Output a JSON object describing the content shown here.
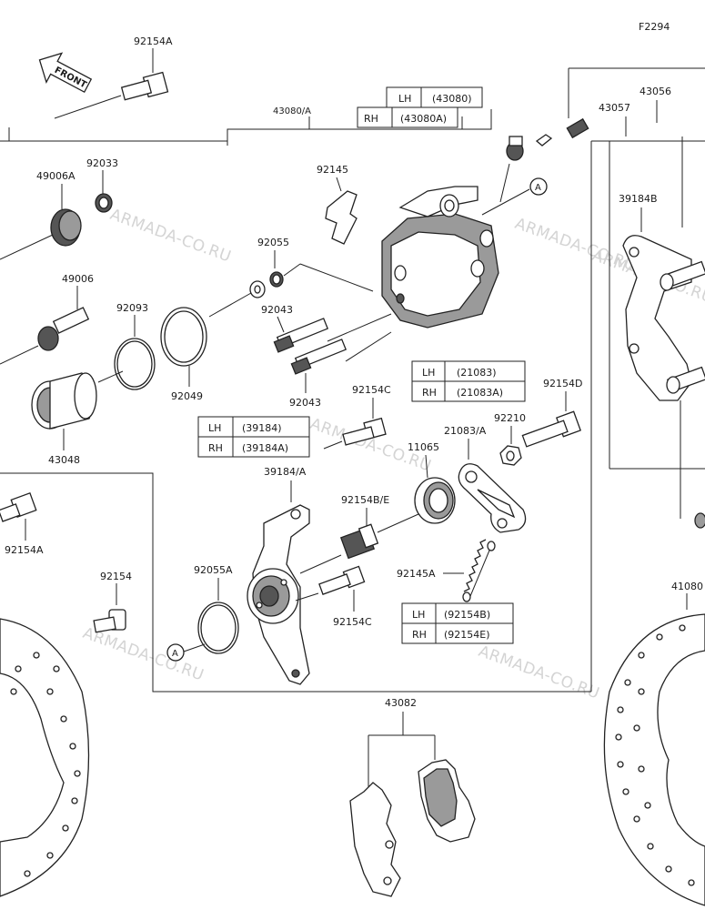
{
  "figure_code": "F2294",
  "front_label": "FRONT",
  "watermark": "ARMADA-CO.RU",
  "callout_letter": "A",
  "parts": {
    "p92154A_top": "92154A",
    "p92033": "92033",
    "p49006A": "49006A",
    "p49006": "49006",
    "p92093": "92093",
    "p92049": "92049",
    "p43048": "43048",
    "p92145": "92145",
    "p92055": "92055",
    "p92043a": "92043",
    "p92043b": "92043",
    "p43056": "43056",
    "p43057": "43057",
    "p39184B": "39184B",
    "p92154C_top": "92154C",
    "p92154D": "92154D",
    "p92210": "92210",
    "p11065": "11065",
    "p21083A": "21083/A",
    "p39184A": "39184/A",
    "p92154BE": "92154B/E",
    "p92154A_left": "92154A",
    "p92154": "92154",
    "p92055A": "92055A",
    "p92145A": "92145A",
    "p92154C_bottom": "92154C",
    "p41080": "41080",
    "p43082": "43082",
    "p43080_partial": "43080/A"
  },
  "tables": {
    "t43080": {
      "lh_key": "LH",
      "lh_val": "(43080)",
      "rh_key": "RH",
      "rh_val": "(43080A)"
    },
    "t21083": {
      "lh_key": "LH",
      "lh_val": "(21083)",
      "rh_key": "RH",
      "rh_val": "(21083A)"
    },
    "t39184": {
      "lh_key": "LH",
      "lh_val": "(39184)",
      "rh_key": "RH",
      "rh_val": "(39184A)"
    },
    "t92154": {
      "lh_key": "LH",
      "lh_val": "(92154B)",
      "rh_key": "RH",
      "rh_val": "(92154E)"
    }
  }
}
